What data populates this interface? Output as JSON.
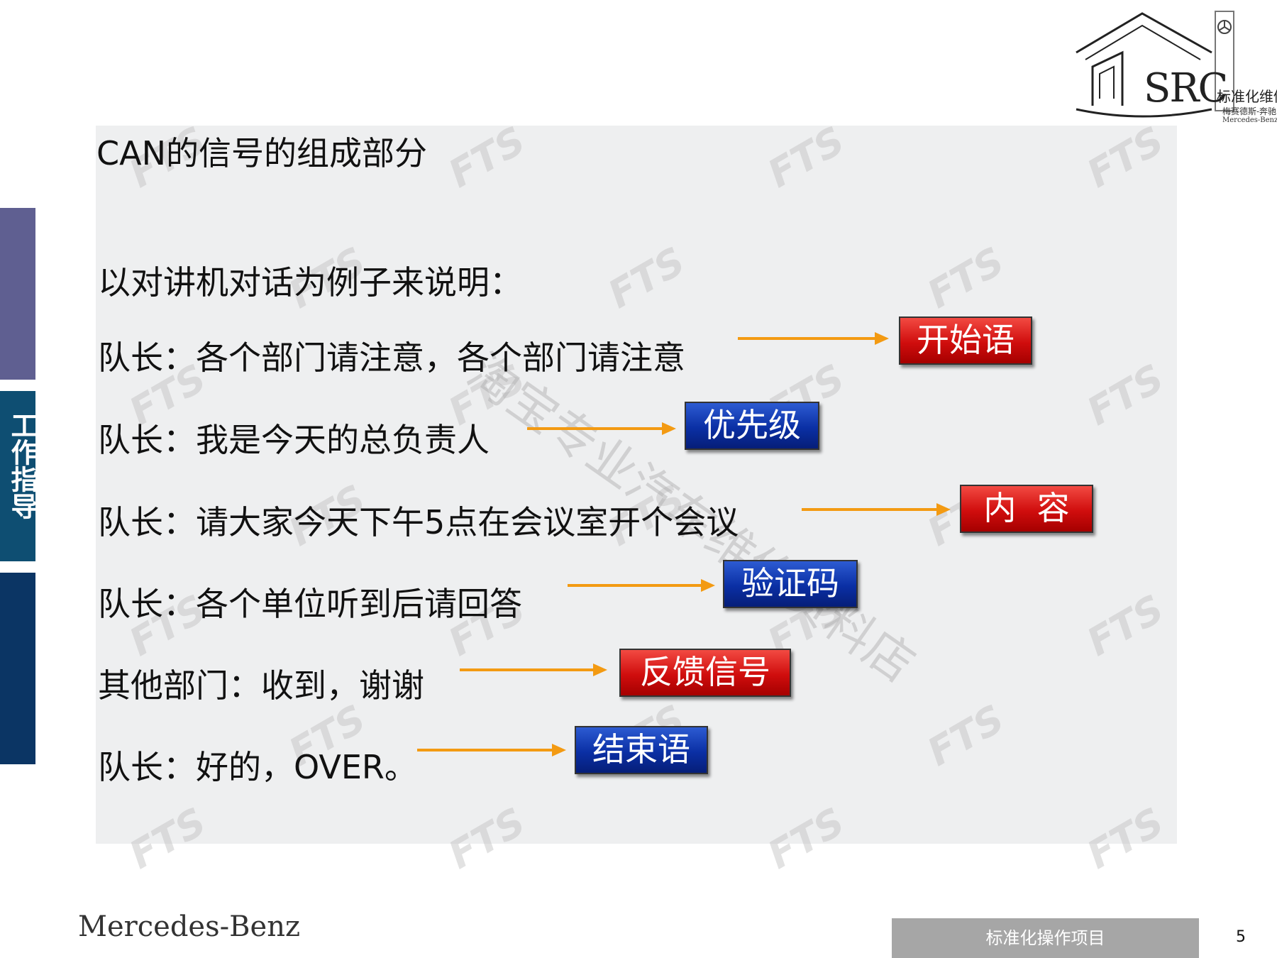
{
  "slide": {
    "title": "CAN的信号的组成部分",
    "intro": "以对讲机对话为例子来说明：",
    "side_label": "工作指导",
    "lines": [
      {
        "text": "队长：各个部门请注意，各个部门请注意",
        "tag": "开始语",
        "tag_color": "red"
      },
      {
        "text": "队长：我是今天的总负责人",
        "tag": "优先级",
        "tag_color": "blue"
      },
      {
        "text": "队长：请大家今天下午5点在会议室开个会议",
        "tag": "内  容",
        "tag_color": "red"
      },
      {
        "text": "队长：各个单位听到后请回答",
        "tag": "验证码",
        "tag_color": "blue"
      },
      {
        "text": "其他部门：收到，谢谢",
        "tag": "反馈信号",
        "tag_color": "red"
      },
      {
        "text": "队长：好的，OVER。",
        "tag": "结束语",
        "tag_color": "blue"
      }
    ],
    "arrow_color": "#f39a12"
  },
  "logo": {
    "mark": "SRC",
    "name_cn": "标准化维修",
    "sub_cn": "梅赛德斯-奔驰",
    "sub_en": "Mercedes-Benz"
  },
  "footer": {
    "brand": "Mercedes-Benz",
    "section": "标准化操作项目",
    "page_number": "5"
  },
  "watermarks": {
    "fts": "FTS",
    "diagonal": "淘宝专业汽车维修资料店"
  }
}
